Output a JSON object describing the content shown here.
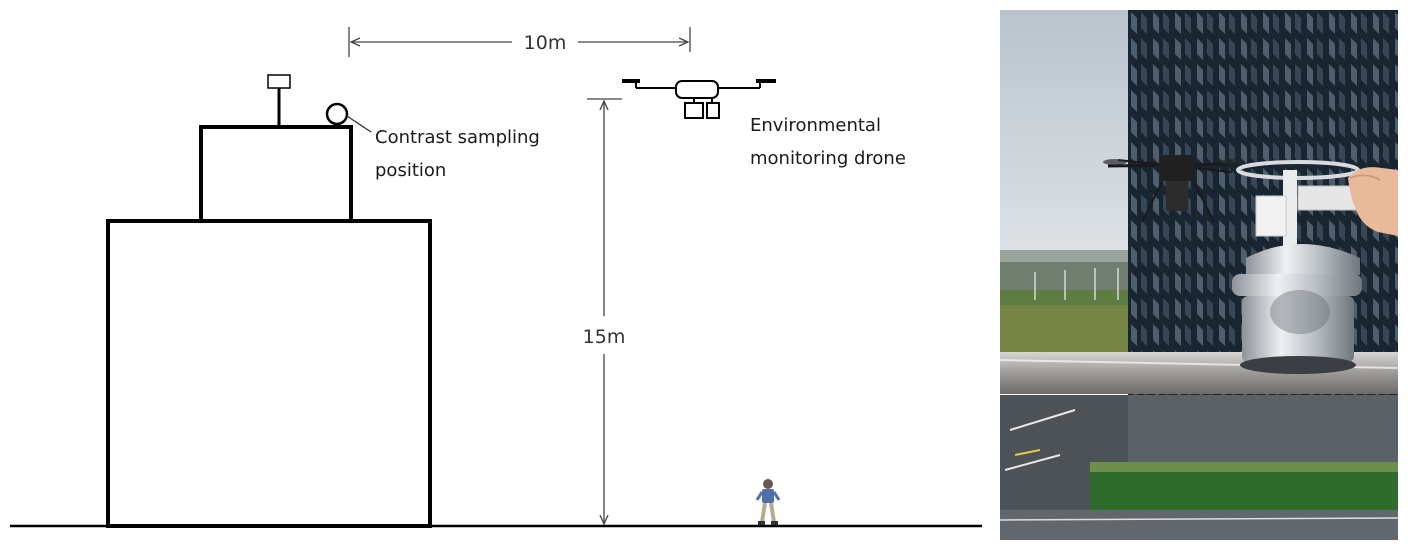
{
  "diagram": {
    "distance_label": "10m",
    "height_label": "15m",
    "contrast_label_line1": "Contrast sampling",
    "contrast_label_line2": "position",
    "drone_label_line1": "Environmental",
    "drone_label_line2": "monitoring drone"
  },
  "colors": {
    "outline": "#000000",
    "dimension": "#444444",
    "sky": "#c9d3dc",
    "facade": "#1f2c38",
    "grass": "#2d6a2a",
    "road": "#5a5f64",
    "rail": "#9a9896",
    "steel": "#c8ccd0"
  }
}
